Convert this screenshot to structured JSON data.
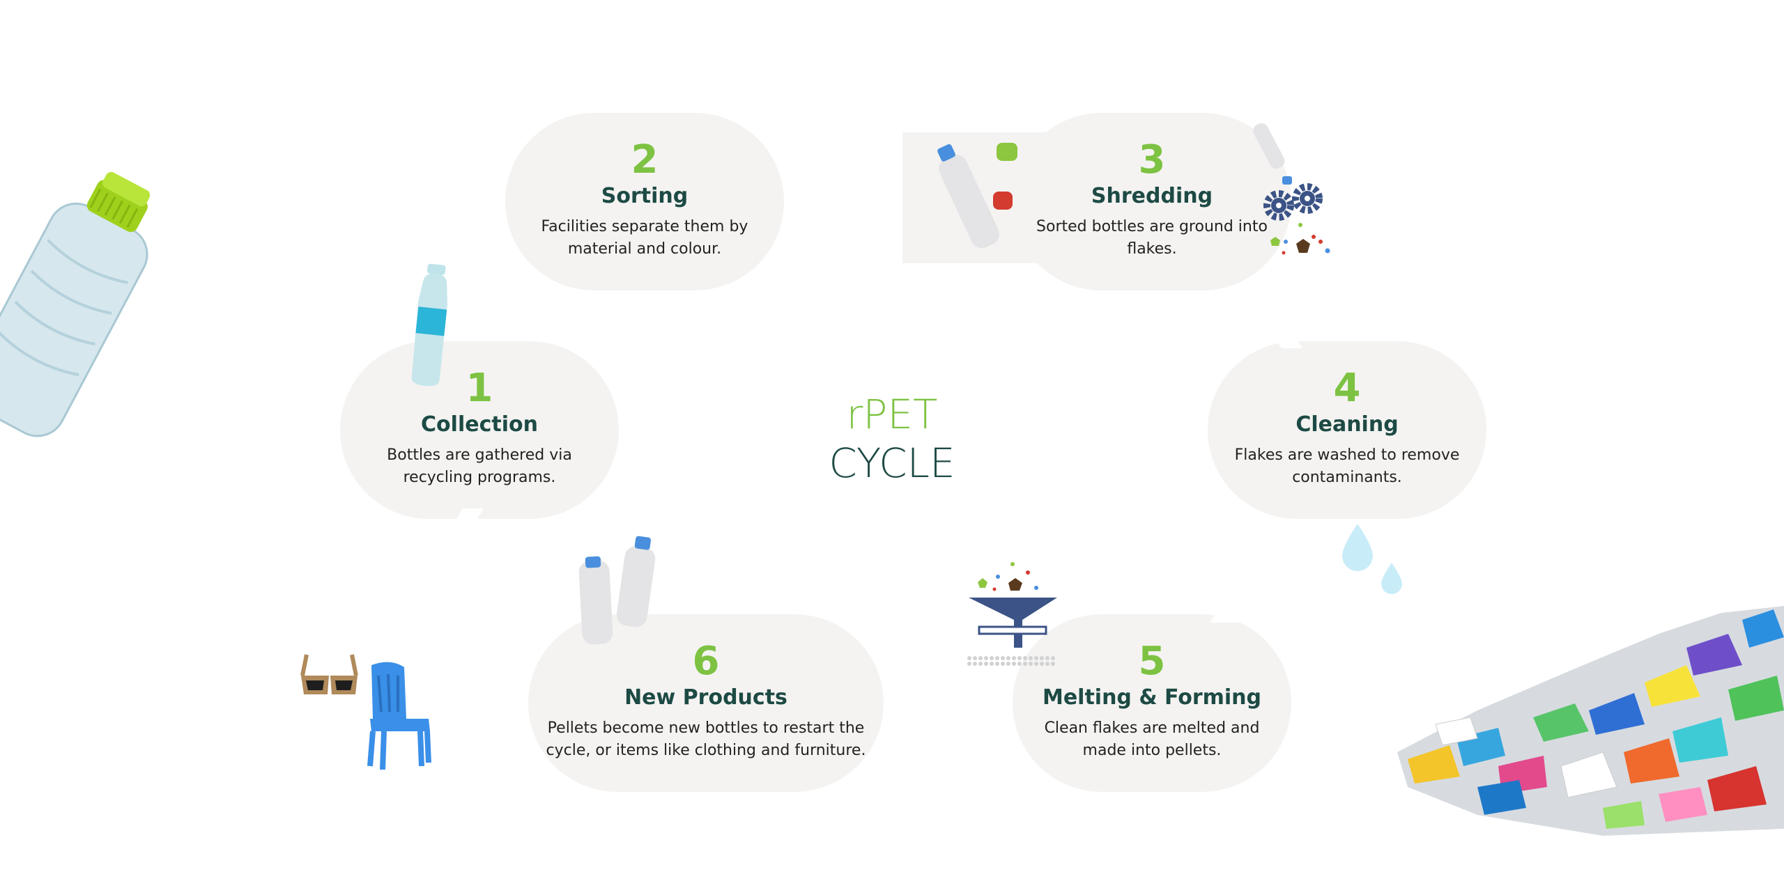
{
  "center": {
    "line1": "rPET",
    "line2": "CYCLE"
  },
  "steps": [
    {
      "number": "1",
      "title": "Collection",
      "description": "Bottles are gathered via recycling programs."
    },
    {
      "number": "2",
      "title": "Sorting",
      "description": "Facilities separate them by material and colour."
    },
    {
      "number": "3",
      "title": "Shredding",
      "description": "Sorted bottles are ground into flakes."
    },
    {
      "number": "4",
      "title": "Cleaning",
      "description": "Flakes are washed to remove contaminants."
    },
    {
      "number": "5",
      "title": "Melting & Forming",
      "description": "Clean flakes are melted and made into pellets."
    },
    {
      "number": "6",
      "title": "New Products",
      "description": "Pellets become new bottles to restart the cycle, or items like clothing and furniture."
    }
  ],
  "colors": {
    "accent_green": "#7dc242",
    "title_dark": "#1d4a44",
    "card_bg": "#f4f3f1",
    "bottle_blue": "#4a90d9",
    "gear_navy": "#3b5386"
  },
  "icons": [
    "bottle-icon",
    "bottles-icon",
    "gears-icon",
    "droplets-icon",
    "funnel-icon",
    "sunglasses-icon",
    "chair-icon",
    "plastic-bottle-photo",
    "plastic-flakes-photo"
  ]
}
